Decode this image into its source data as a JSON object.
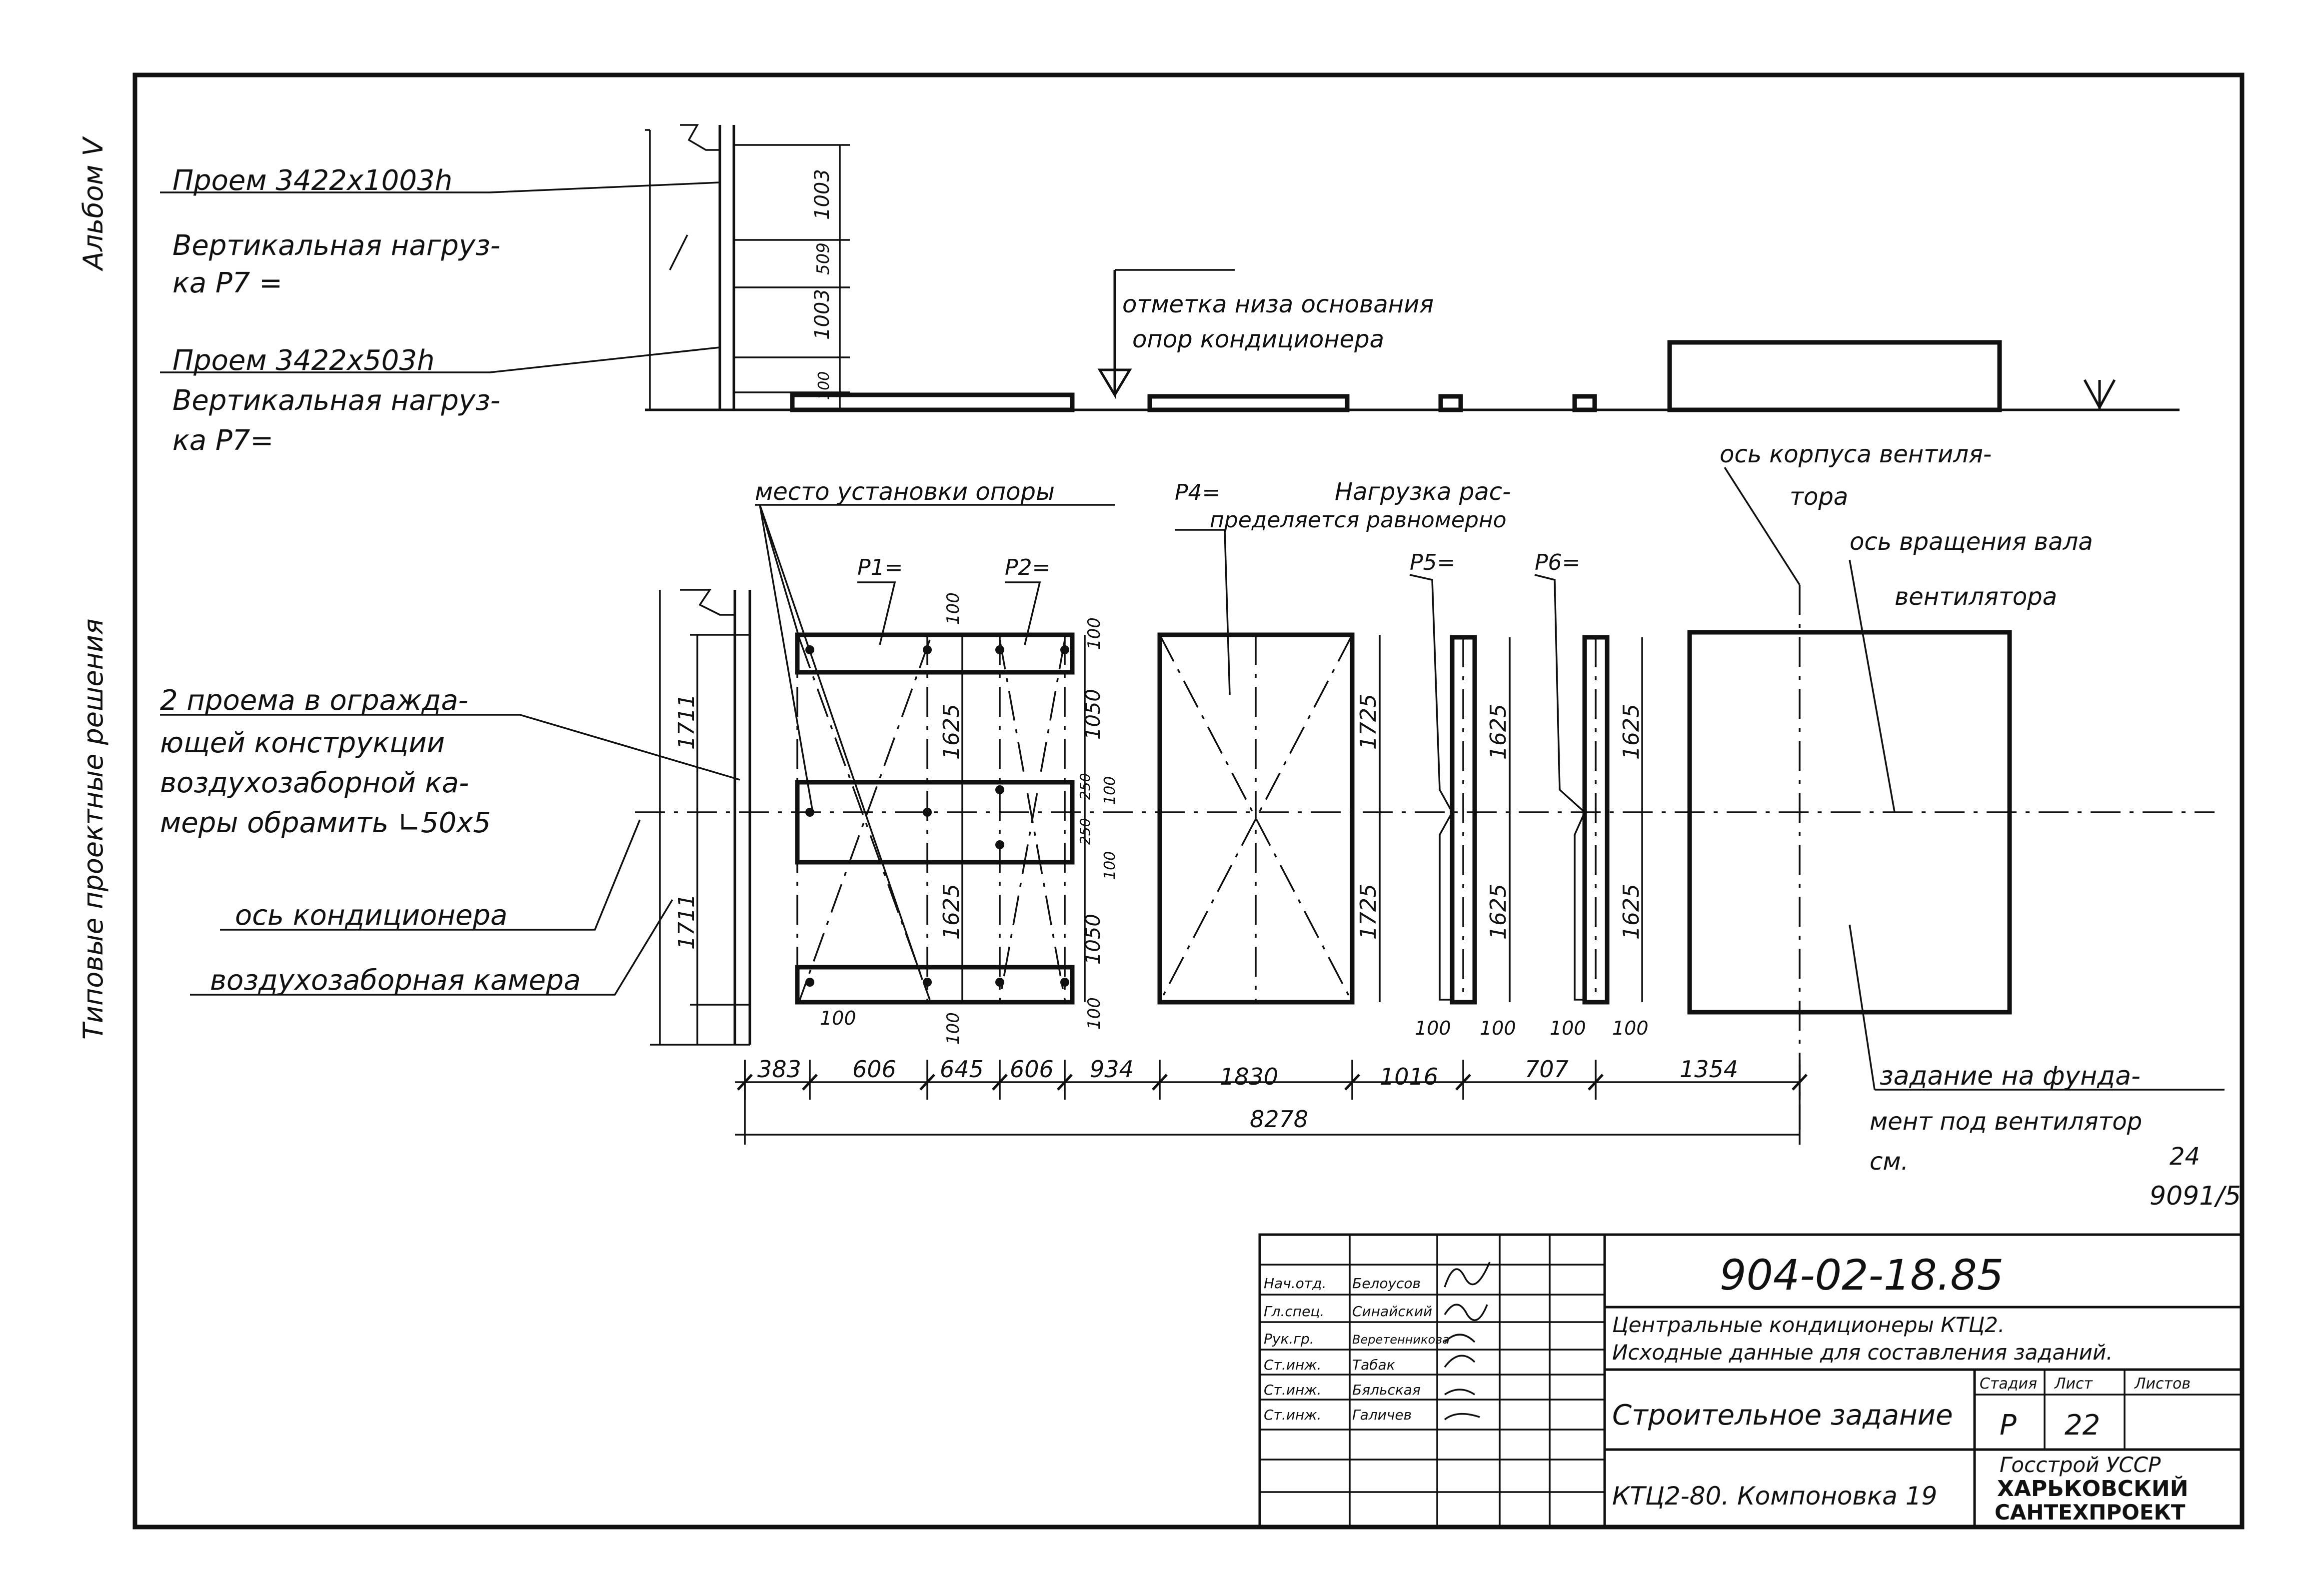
{
  "side": {
    "album": "Альбом V",
    "series": "Типовые проектные решения"
  },
  "notes": {
    "opening1": "Проем 3422х1003h",
    "load_a1": "Вертикальная нагруз-",
    "load_b1": "ка Р7 =",
    "opening2": "Проем 3422х503h",
    "load_a2": "Вертикальная нагруз-",
    "load_b2": "ка Р7=",
    "base_mark_1": "отметка низа основания",
    "base_mark_2": "опор кондиционера",
    "support_place": "место установки опоры",
    "p1": "Р1=",
    "p2": "Р2=",
    "p4": "Р4=",
    "load_dist_1": "Нагрузка рас-",
    "load_dist_2": "пределяется равномерно",
    "p5": "Р5=",
    "p6": "Р6=",
    "fan_body_axis_1": "ось корпуса вентиля-",
    "fan_body_axis_2": "тора",
    "shaft_axis_1": "ось вращения вала",
    "shaft_axis_2": "вентилятора",
    "openings_1": "2 проема в огражда-",
    "openings_2": "ющей конструкции",
    "openings_3": "воздухозаборной ка-",
    "openings_4": "меры обрамить ∟50х5",
    "ac_axis": "ось кондиционера",
    "intake_chamber": "воздухозаборная камера",
    "foundation_1": "задание на фунда-",
    "foundation_2": "мент под вентилятор",
    "foundation_3": "см.",
    "foundation_ref_1": "24",
    "foundation_ref_2": "9091/5"
  },
  "dims": {
    "elev_1003_top": "1003",
    "elev_509": "509",
    "elev_1003_bot": "1003",
    "elev_100": "100",
    "h1711_top": "1711",
    "h1711_bot": "1711",
    "d100_a": "100",
    "d1625_a": "1625",
    "d1625_b": "1625",
    "d100_b": "100",
    "d100_c": "100",
    "d1050_a": "1050",
    "d250_a": "250",
    "d250_b": "250",
    "d100_d": "100",
    "d100_e": "100",
    "d1050_b": "1050",
    "d100_f": "100",
    "d1725_a": "1725",
    "d1725_b": "1725",
    "d1625_c": "1625",
    "d1625_d": "1625",
    "d1625_e": "1625",
    "d1625_f": "1625",
    "d100_g": "100",
    "d100_h": "100",
    "d100_i": "100",
    "d100_j": "100",
    "d100_k": "100",
    "chain": [
      "383",
      "606",
      "645",
      "606",
      "934",
      "1830",
      "1016",
      "707",
      "1354"
    ],
    "total": "8278"
  },
  "title_block": {
    "drawing_no": "904-02-18.85",
    "title_1": "Центральные кондиционеры КТЦ2.",
    "title_2": "Исходные данные для составления заданий.",
    "sheet_name": "Строительное задание",
    "layout": "КТЦ2-80. Компоновка 19",
    "stage_label": "Стадия",
    "sheet_label": "Лист",
    "sheets_label": "Листов",
    "stage": "Р",
    "sheet": "22",
    "org_1": "Госстрой УССР",
    "org_2": "ХАРЬКОВСКИЙ",
    "org_3": "САНТЕХПРОЕКТ",
    "roles": [
      "Нач.отд.",
      "Гл.спец.",
      "Рук.гр.",
      "Ст.инж.",
      "Ст.инж.",
      "Ст.инж."
    ],
    "names": [
      "Белоусов",
      "Синайский",
      "Веретенникова",
      "Табак",
      "Бяльская",
      "Галичев"
    ]
  }
}
